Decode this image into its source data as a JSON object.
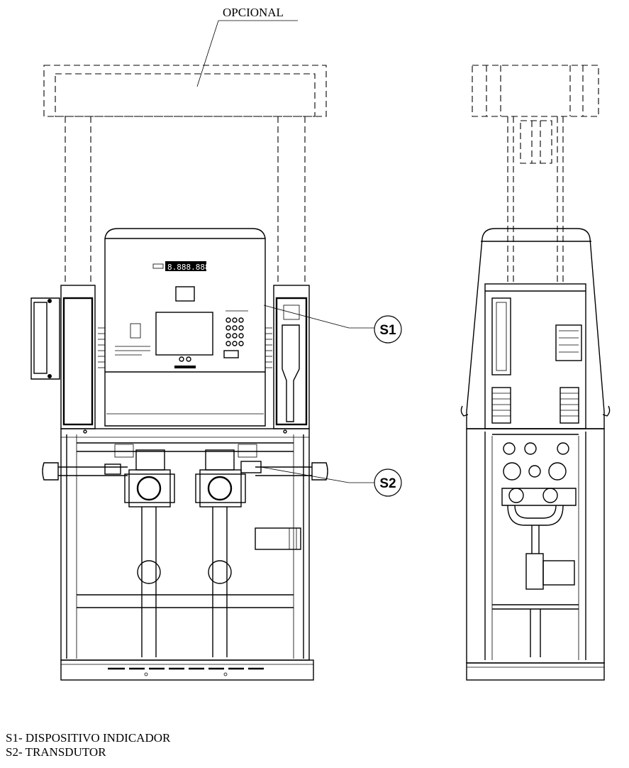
{
  "title": "",
  "optional_label": "OPCIONAL",
  "display_readout": "8.888.888",
  "callouts": [
    {
      "id": "S1",
      "label": "S1"
    },
    {
      "id": "S2",
      "label": "S2"
    }
  ],
  "legend": [
    {
      "code": "S1",
      "text": "S1- DISPOSITIVO INDICADOR"
    },
    {
      "code": "S2",
      "text": "S2- TRANSDUTOR"
    }
  ]
}
